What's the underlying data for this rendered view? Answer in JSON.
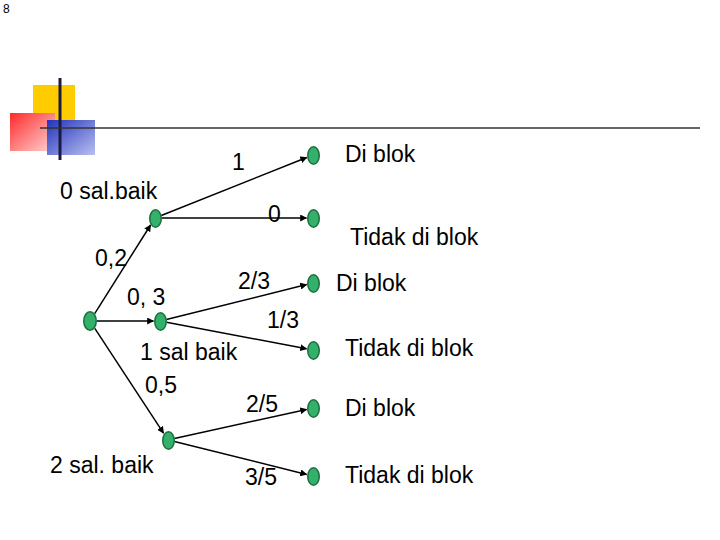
{
  "diagram": {
    "nodes": [
      {
        "text": []
      },
      {
        "text": [
          "0 sal.baik"
        ]
      },
      {
        "text": [
          "Di blok"
        ]
      },
      {
        "text": [
          "Tidak di blok"
        ]
      },
      {
        "text": [
          "1 sal baik"
        ]
      },
      {
        "text": [
          "Di blok"
        ]
      },
      {
        "text": [
          "Tidak di blok"
        ]
      },
      {
        "text": [
          "2 sal. baik"
        ]
      },
      {
        "text": [
          "Di blok"
        ]
      },
      {
        "text": [
          "Tidak di blok"
        ]
      }
    ],
    "edges": [
      {
        "from": 0,
        "to": 1,
        "label": "0,2",
        "arrow": "to"
      },
      {
        "from": 0,
        "to": 4,
        "label": "0, 3",
        "arrow": "to"
      },
      {
        "from": 0,
        "to": 7,
        "label": "0,5",
        "arrow": "to"
      },
      {
        "from": 1,
        "to": 2,
        "label": "1",
        "arrow": "to"
      },
      {
        "from": 1,
        "to": 3,
        "label": "0",
        "arrow": "to"
      },
      {
        "from": 4,
        "to": 5,
        "label": "2/3",
        "arrow": "to"
      },
      {
        "from": 4,
        "to": 6,
        "label": "1/3",
        "arrow": "to"
      },
      {
        "from": 7,
        "to": 8,
        "label": "2/5",
        "arrow": "to"
      },
      {
        "from": 7,
        "to": 9,
        "label": "3/5",
        "arrow": "to"
      }
    ],
    "labels": [
      "8"
    ]
  }
}
